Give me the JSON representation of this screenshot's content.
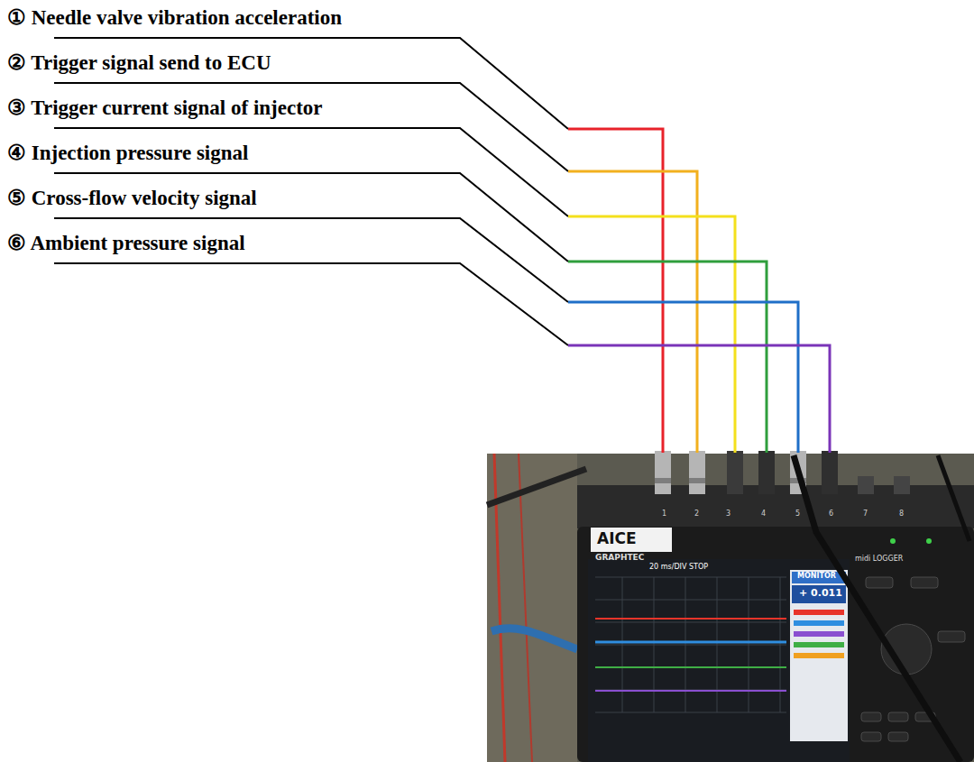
{
  "diagram": {
    "labels": [
      "① Needle valve vibration acceleration",
      "② Trigger signal send to ECU",
      "③ Trigger current signal of injector",
      "④ Injection pressure signal",
      "⑤ Cross-flow velocity signal",
      "⑥ Ambient pressure signal",
      "AICE",
      "GRAPHTEC",
      "midi LOGGER",
      "20 ms/DIV STOP",
      "MONITOR",
      "+ 0.011",
      "1",
      "2",
      "3",
      "4",
      "5",
      "6",
      "7",
      "8"
    ]
  }
}
